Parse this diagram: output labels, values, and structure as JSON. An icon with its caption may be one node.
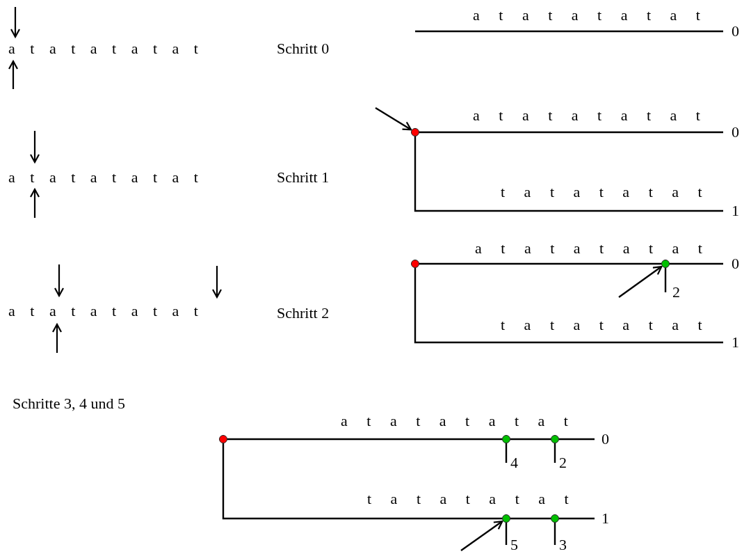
{
  "diagram": {
    "nodes": [
      {
        "text": [
          "0"
        ]
      },
      {
        "text": [],
        "shape": "circle"
      },
      {
        "text": [
          "0"
        ]
      },
      {
        "text": [
          "1"
        ]
      },
      {
        "text": [],
        "shape": "circle"
      },
      {
        "text": [],
        "shape": "circle"
      },
      {
        "text": [
          "0"
        ]
      },
      {
        "text": [
          "2"
        ]
      },
      {
        "text": [
          "1"
        ]
      },
      {
        "text": [],
        "shape": "circle"
      },
      {
        "text": [],
        "shape": "circle"
      },
      {
        "text": [],
        "shape": "circle"
      },
      {
        "text": [
          "0"
        ]
      },
      {
        "text": [
          "4"
        ]
      },
      {
        "text": [
          "2"
        ]
      },
      {
        "text": [],
        "shape": "circle"
      },
      {
        "text": [],
        "shape": "circle"
      },
      {
        "text": [
          "1"
        ]
      },
      {
        "text": [
          "5"
        ]
      },
      {
        "text": [
          "3"
        ]
      }
    ],
    "edges": [
      {
        "from": null,
        "to": 0,
        "arrow": "none"
      },
      {
        "from": null,
        "to": 1,
        "arrow": "to"
      },
      {
        "from": 1,
        "to": 2,
        "arrow": "none"
      },
      {
        "from": 1,
        "to": 3,
        "arrow": "none"
      },
      {
        "from": 4,
        "to": 5,
        "arrow": "none"
      },
      {
        "from": 5,
        "to": 6,
        "arrow": "none"
      },
      {
        "from": 5,
        "to": 7,
        "arrow": "none"
      },
      {
        "from": 4,
        "to": 8,
        "arrow": "none"
      },
      {
        "from": null,
        "to": 5,
        "arrow": "to"
      },
      {
        "from": 9,
        "to": 10,
        "arrow": "none"
      },
      {
        "from": 10,
        "to": 11,
        "arrow": "none"
      },
      {
        "from": 11,
        "to": 12,
        "arrow": "none"
      },
      {
        "from": 10,
        "to": 13,
        "arrow": "none"
      },
      {
        "from": 11,
        "to": 14,
        "arrow": "none"
      },
      {
        "from": 9,
        "to": 15,
        "arrow": "none"
      },
      {
        "from": 15,
        "to": 16,
        "arrow": "none"
      },
      {
        "from": 16,
        "to": 17,
        "arrow": "none"
      },
      {
        "from": 15,
        "to": 18,
        "arrow": "none"
      },
      {
        "from": 16,
        "to": 19,
        "arrow": "none"
      },
      {
        "from": null,
        "to": 15,
        "arrow": "to"
      }
    ],
    "labels": [
      "a t a t a t a t a t",
      "Schritt 0",
      "a t a t a t a t a t",
      "a t a t a t a t a t",
      "a t a t a t a t a t",
      "Schritt 1",
      "t a t a t a t a t",
      "a t a t a t a t a t",
      "a t a t a t a t a t",
      "Schritt 2",
      "t a t a t a t a t",
      "Schritte 3, 4 und 5",
      "a t a t a t a t a t",
      "t a t a t a t a t"
    ]
  }
}
